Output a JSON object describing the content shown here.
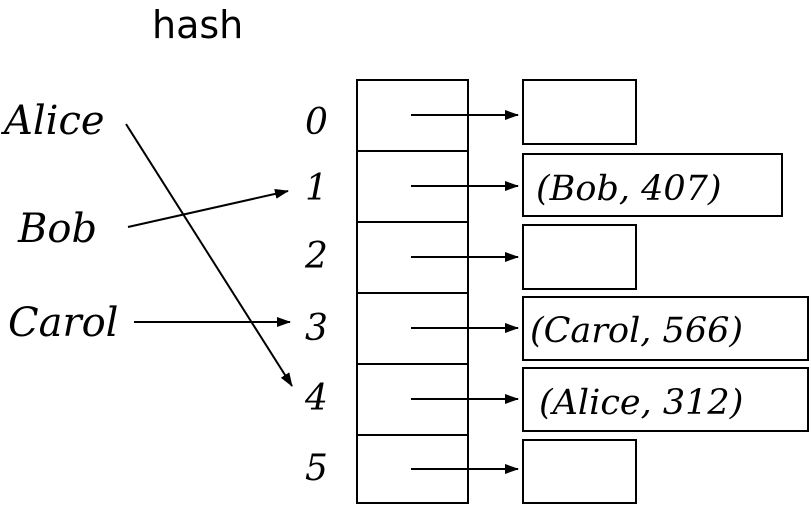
{
  "title": "hash",
  "keys": [
    {
      "label": "Alice"
    },
    {
      "label": "Bob"
    },
    {
      "label": "Carol"
    }
  ],
  "indices": [
    "0",
    "1",
    "2",
    "3",
    "4",
    "5"
  ],
  "entries": [
    {
      "text": ""
    },
    {
      "text": "(Bob, 407)"
    },
    {
      "text": ""
    },
    {
      "text": "(Carol, 566)"
    },
    {
      "text": "(Alice, 312)"
    },
    {
      "text": ""
    }
  ]
}
